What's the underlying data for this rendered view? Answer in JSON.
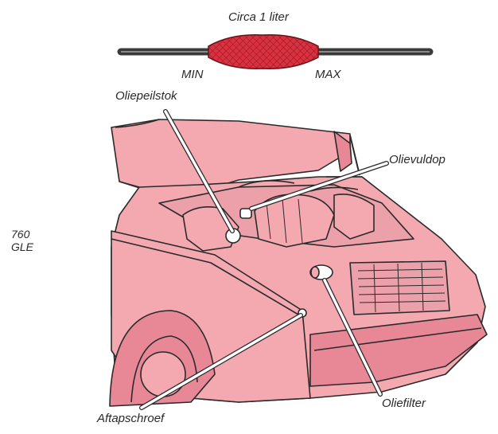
{
  "labels": {
    "oil_amount": "Circa 1 liter",
    "min": "MIN",
    "max": "MAX",
    "dipstick": "Oliepeilstok",
    "filler_cap": "Olievuldop",
    "oil_filter": "Oliefilter",
    "drain_plug": "Aftapschroef",
    "model_line1": "760",
    "model_line2": "GLE"
  },
  "colors": {
    "car_fill": "#f4a8b0",
    "shadow_fill": "#e88896",
    "line": "#2a2a2a",
    "dipstick_band": "#d9313f"
  }
}
